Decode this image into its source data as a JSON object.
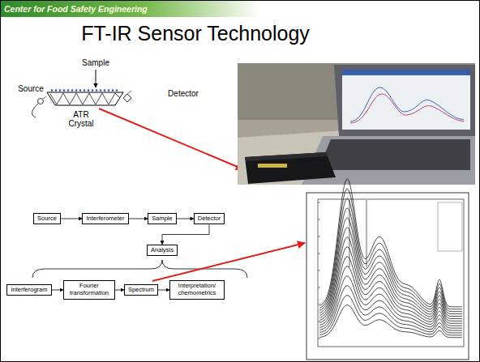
{
  "diagram": {
    "title": "FT-IR Sensor Technology",
    "nodes": [
      {
        "text": [
          "Source"
        ]
      },
      {
        "text": [
          "Interferometer"
        ]
      },
      {
        "text": [
          "Sample"
        ]
      },
      {
        "text": [
          "Detector"
        ]
      },
      {
        "text": [
          "Analysis"
        ]
      },
      {
        "text": [
          "Interferogram"
        ]
      },
      {
        "text": [
          "Fourier transformation"
        ]
      },
      {
        "text": [
          "Spectrum"
        ]
      },
      {
        "text": [
          "Interpretation/ chemometrics"
        ]
      }
    ],
    "edges": [
      {
        "from": 0,
        "to": 1,
        "arrow": "to"
      },
      {
        "from": 1,
        "to": 2,
        "arrow": "to"
      },
      {
        "from": 2,
        "to": 3,
        "arrow": "to"
      },
      {
        "from": 3,
        "to": 4,
        "arrow": "to"
      },
      {
        "from": 5,
        "to": 6,
        "arrow": "to"
      },
      {
        "from": 6,
        "to": 7,
        "arrow": "to"
      },
      {
        "from": 7,
        "to": 8,
        "arrow": "to"
      }
    ],
    "labels": [
      "Center for Food Safety Engineering",
      "Sample",
      "Source",
      "ATR Crystal",
      "Detector"
    ]
  }
}
